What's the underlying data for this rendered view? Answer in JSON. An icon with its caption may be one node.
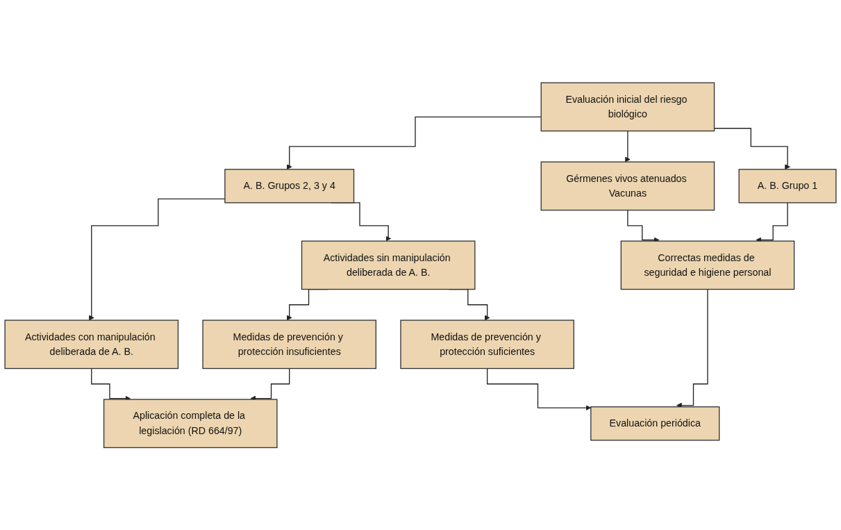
{
  "diagram": {
    "nodes": [
      {
        "text": [
          "Evaluación inicial del riesgo biológico"
        ]
      },
      {
        "text": [
          "A. B. Grupos 2, 3 y 4"
        ]
      },
      {
        "text": [
          "Gérmenes vivos atenuados Vacunas"
        ]
      },
      {
        "text": [
          "A. B. Grupo 1"
        ]
      },
      {
        "text": [
          "Actividades con manipulación deliberada de A. B."
        ]
      },
      {
        "text": [
          "Actividades sin manipulación deliberada de A. B."
        ]
      },
      {
        "text": [
          "Medidas de prevención y protección insuficientes"
        ]
      },
      {
        "text": [
          "Medidas de prevención y protección suficientes"
        ]
      },
      {
        "text": [
          "Aplicación completa de la legislación (RD 664/97)"
        ]
      },
      {
        "text": [
          "Correctas medidas de seguridad e higiene personal"
        ]
      },
      {
        "text": [
          "Evaluación periódica"
        ]
      }
    ],
    "edges": [
      {
        "from": 0,
        "to": 1,
        "arrow": "to"
      },
      {
        "from": 0,
        "to": 2,
        "arrow": "to"
      },
      {
        "from": 0,
        "to": 3,
        "arrow": "to"
      },
      {
        "from": 1,
        "to": 4,
        "arrow": "to"
      },
      {
        "from": 1,
        "to": 5,
        "arrow": "to"
      },
      {
        "from": 4,
        "to": 8,
        "arrow": "to"
      },
      {
        "from": 5,
        "to": 6,
        "arrow": "to"
      },
      {
        "from": 5,
        "to": 7,
        "arrow": "to"
      },
      {
        "from": 6,
        "to": 8,
        "arrow": "to"
      },
      {
        "from": 2,
        "to": 9,
        "arrow": "to"
      },
      {
        "from": 3,
        "to": 9,
        "arrow": "to"
      },
      {
        "from": 9,
        "to": 10,
        "arrow": "to"
      },
      {
        "from": 7,
        "to": 10,
        "arrow": "to"
      }
    ]
  }
}
